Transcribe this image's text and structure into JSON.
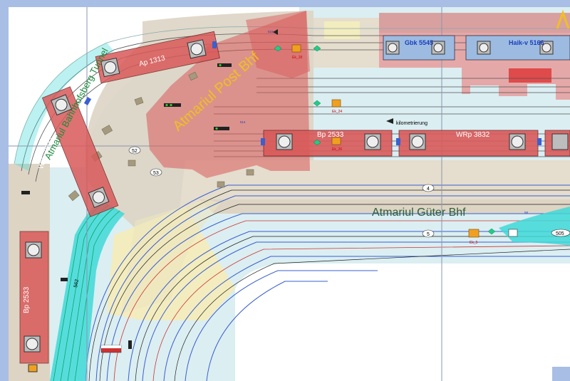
{
  "labels": {
    "tunnel": "Atmariul Bahnhofsberg Tunnel",
    "post": "Atmariul Post Bhf",
    "gueter": "Atmariul Güter Bhf",
    "km": "kilometrierung"
  },
  "wagons": {
    "ap1313": "Ap 1313",
    "wrp3832_left": "WRp 3832",
    "bp2533_left": "Bp 2533",
    "bp2533_mid": "Bp 2533",
    "wrp3832_mid": "WRp 3832",
    "gbk5545": "Gbk 5545",
    "haik5166": "Haik-v 5166"
  },
  "track_numbers": {
    "t52": "52",
    "t53": "53",
    "t4": "4",
    "t5": "5",
    "t505": "505",
    "t562": "562"
  },
  "tags": {
    "ek18": "Ek_18",
    "ek24": "Ek_24",
    "ek26": "Ek_26",
    "ek5": "Ek_5",
    "s516": "516",
    "s514": "514",
    "s58": "58"
  }
}
